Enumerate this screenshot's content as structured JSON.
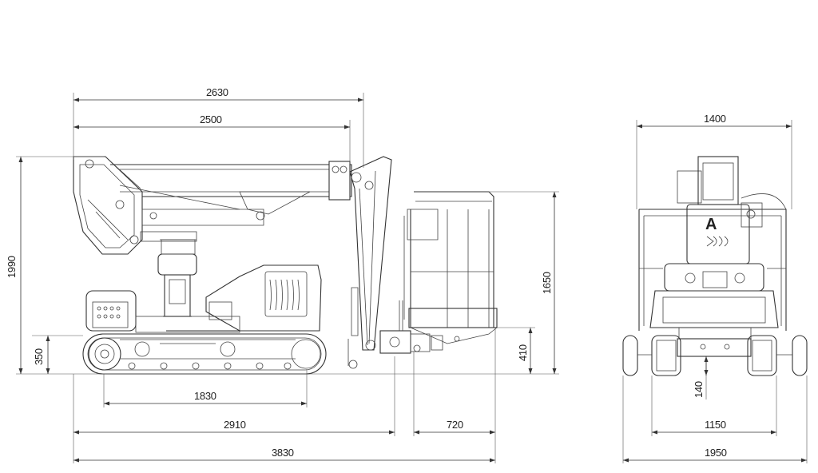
{
  "dimensions": {
    "overall_boom_length": "2630",
    "boom_length": "2500",
    "total_height": "1990",
    "track_height": "350",
    "track_contact_length": "1830",
    "length_to_basket": "2910",
    "basket_width": "720",
    "total_length": "3830",
    "basket_height": "1650",
    "basket_floor_height": "410",
    "front_width": "1400",
    "ground_clearance": "140",
    "track_gauge": "1150",
    "overall_width": "1950"
  },
  "logo_mark": "A",
  "colors": {
    "line": "#333333",
    "background": "#ffffff"
  }
}
